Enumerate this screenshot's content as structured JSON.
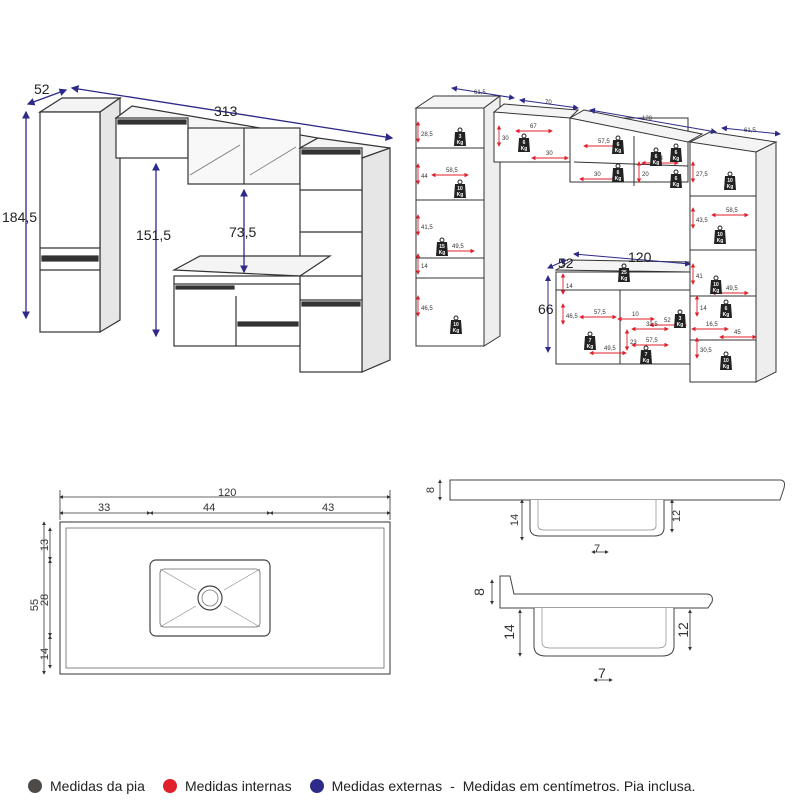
{
  "colors": {
    "sink": "#4d4a47",
    "internal": "#e0202a",
    "external": "#2d2a8a"
  },
  "cabinet_view": {
    "depth": "52",
    "width": "313",
    "height": "184,5",
    "upper_height": "151,5",
    "niche_height": "73,5"
  },
  "internal_view": {
    "external": {
      "w_tower_left": "61,5",
      "w_top_mid": "70",
      "w_top_right": "120",
      "w_tower_right": "61,5",
      "base_depth": "52",
      "base_width": "120",
      "base_height": "66"
    },
    "internal_labels": [
      "28,5",
      "44",
      "41,5",
      "14",
      "46,5",
      "67",
      "30",
      "30",
      "57,5",
      "28",
      "30",
      "20",
      "58,5",
      "49,5",
      "27,5",
      "43,5",
      "58,5",
      "41",
      "49,5",
      "14",
      "16,5",
      "45",
      "30,5",
      "14",
      "46,5",
      "57,5",
      "10",
      "33,5",
      "52",
      "23",
      "57,5",
      "49,5"
    ],
    "weights": [
      "3 Kg",
      "10 Kg",
      "15 Kg",
      "10 Kg",
      "6 Kg",
      "6 Kg",
      "6 Kg",
      "6 Kg",
      "6 Kg",
      "6 Kg",
      "10 Kg",
      "10 Kg",
      "10 Kg",
      "25 Kg",
      "7 Kg",
      "7 Kg",
      "3 Kg",
      "6 Kg",
      "10 Kg"
    ]
  },
  "sink_top": {
    "total": "120",
    "left": "33",
    "center": "44",
    "right": "43",
    "depth": "55",
    "front": "13",
    "bowl": "28",
    "back": "14"
  },
  "sink_side": {
    "thickness": "8",
    "bowl_depth": "14",
    "bowl_inner": "12",
    "drain": "7"
  },
  "sink_side2": {
    "thickness": "8",
    "bowl_depth": "14",
    "bowl_inner": "12",
    "drain": "7"
  },
  "legend": {
    "sink_label": "Medidas da pia",
    "internal_label": "Medidas internas",
    "external_label": "Medidas externas",
    "separator": "-",
    "note": "Medidas em centímetros. Pia inclusa."
  }
}
